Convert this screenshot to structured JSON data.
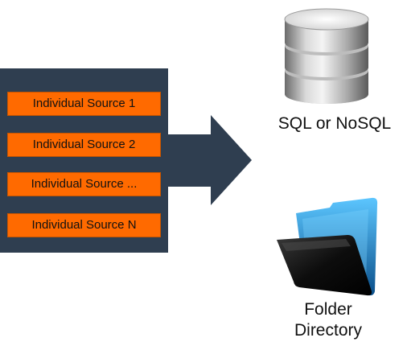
{
  "sources": [
    {
      "label": "Individual Source 1"
    },
    {
      "label": "Individual Source 2"
    },
    {
      "label": "Individual Source ..."
    },
    {
      "label": "Individual Source N"
    }
  ],
  "targets": {
    "database": {
      "label": "SQL or NoSQL",
      "icon": "database-icon"
    },
    "folder": {
      "label_line1": "Folder",
      "label_line2": "Directory",
      "icon": "folder-icon"
    }
  },
  "colors": {
    "panel": "#2f3e50",
    "source_fill": "#ff6a00",
    "folder_blue": "#1e9fe6"
  }
}
